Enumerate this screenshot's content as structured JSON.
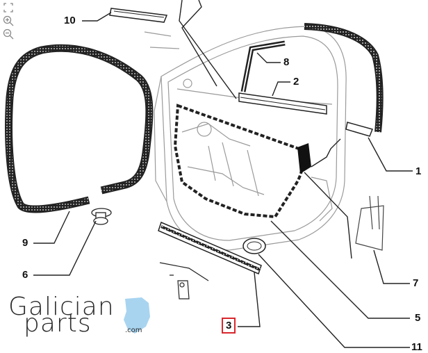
{
  "diagram": {
    "callouts": [
      {
        "id": "c10",
        "label": "10"
      },
      {
        "id": "c8",
        "label": "8"
      },
      {
        "id": "c2",
        "label": "2"
      },
      {
        "id": "c1",
        "label": "1"
      },
      {
        "id": "c9",
        "label": "9"
      },
      {
        "id": "c6",
        "label": "6"
      },
      {
        "id": "c7",
        "label": "7"
      },
      {
        "id": "c5",
        "label": "5"
      },
      {
        "id": "c3",
        "label": "3"
      },
      {
        "id": "c11",
        "label": "11"
      }
    ],
    "selected_callout": "3",
    "highlight_color": "#d9262c",
    "line_color": "#222222"
  },
  "toolbar": {
    "fit_icon": "fit-to-screen-icon",
    "zoom_in_icon": "zoom-in-icon",
    "zoom_out_icon": "zoom-out-icon"
  },
  "logo": {
    "word1": "Galician",
    "word2": "parts",
    "domain": ".com",
    "accent_color": "#a8d4f0"
  }
}
